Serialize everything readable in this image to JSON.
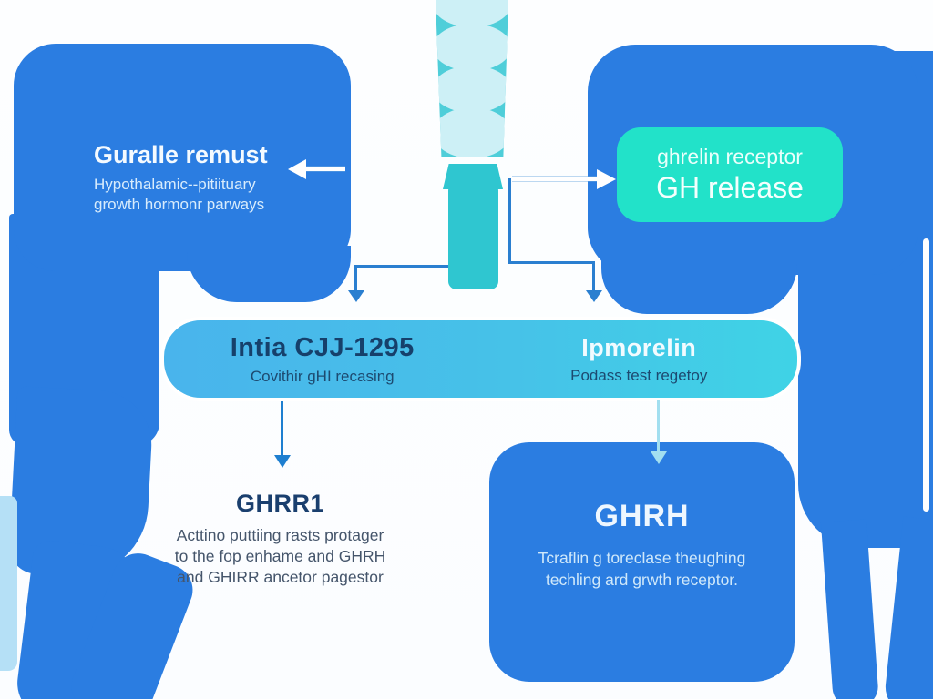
{
  "diagram": {
    "hypothalamus": {
      "title": "Guralle remust",
      "line1": "Hypothalamic--pitiituary",
      "line2": "growth hormonr parways"
    },
    "ghrelin_receptor_box": {
      "line1": "ghrelin receptor",
      "line2": "GH release"
    },
    "banner": {
      "left": {
        "title": "Intia CJJ-1295",
        "subtitle": "Covithir gHI recasing"
      },
      "right": {
        "title": "Ipmorelin",
        "subtitle": "Podass test regetoy"
      }
    },
    "ghrr1": {
      "title": "GHRR1",
      "line1": "Acttino puttiing rasts protager",
      "line2": "to the fop enhame and GHRH",
      "line3": "and GHIRR ancetor pagestor"
    },
    "ghrh": {
      "title": "GHRH",
      "line1": "Tcraflin g toreclase theughing",
      "line2": "techling ard grwth receptor."
    }
  },
  "colors": {
    "primary_blue": "#2b7de1",
    "teal_box": "#22e2c9",
    "banner_gradient_left": "#49b4ec",
    "banner_gradient_right": "#3fd3e6",
    "syringe_teal": "#2fc6d0",
    "syringe_pale": "#cdf0f6",
    "connector_blue": "#2a7fd0",
    "light_cyan_arrow": "#a2dff0",
    "navy_text": "#16406b",
    "body_gray_text": "#45556b"
  }
}
